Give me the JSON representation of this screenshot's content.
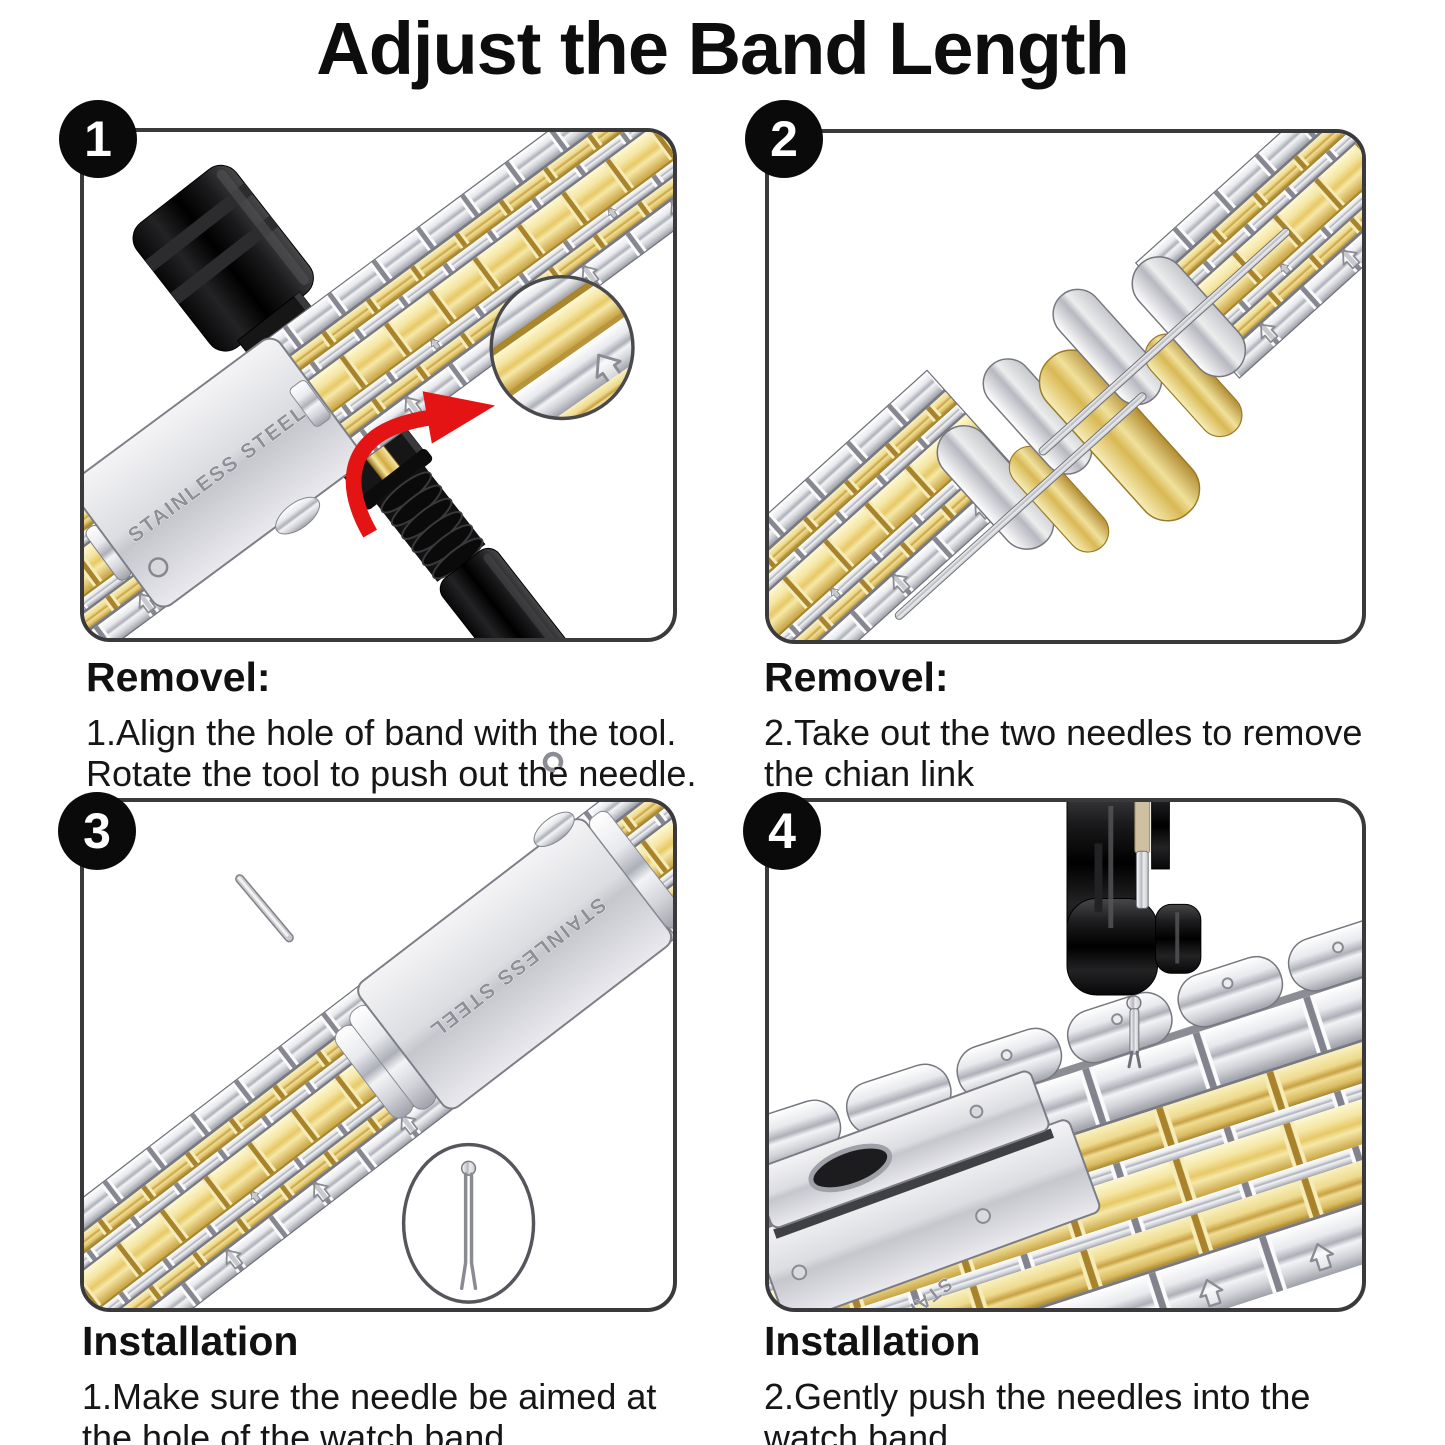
{
  "page": {
    "title": "Adjust the Band Length"
  },
  "colors": {
    "panel_border": "#3a3a3c",
    "badge_bg": "#0a0a0a",
    "badge_text": "#ffffff",
    "band_gold": "#e7c967",
    "band_gold_dark": "#a8832b",
    "band_silver": "#c9cad1",
    "tool_black": "#0a0a0a",
    "arrow_red": "#e41414",
    "engraving_gray": "#8e8f97"
  },
  "panels": [
    {
      "number": "1",
      "caption_title": "Removel:",
      "caption_lines": [
        "1.Align the hole of band with the tool.",
        "Rotate the tool to push out the needle."
      ],
      "engraving": "STAINLESS STEEL"
    },
    {
      "number": "2",
      "caption_title": "Removel:",
      "caption_lines": [
        "2.Take out the two needles to remove",
        "the chian link"
      ]
    },
    {
      "number": "3",
      "caption_title": "Installation",
      "caption_lines": [
        "1.Make sure the needle be aimed at",
        "the hole of the watch band."
      ],
      "engraving": "STAINLESS STEEL"
    },
    {
      "number": "4",
      "caption_title": "Installation",
      "caption_lines": [
        "2.Gently push the needles into the",
        "watch band."
      ],
      "engraving": "STAINLESS"
    }
  ]
}
